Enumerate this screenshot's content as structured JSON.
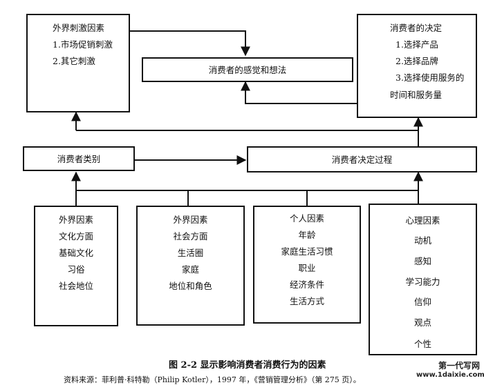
{
  "diagram": {
    "external_stimuli": {
      "title": "外界刺激因素",
      "items": [
        "1.市场促销刺激",
        "2.其它刺激"
      ]
    },
    "perception": "消费者的感觉和想法",
    "decision": {
      "title": "消费者的决定",
      "items": [
        "1.选择产品",
        "2.选择品牌",
        "3.选择使用服务的",
        "时间和服务量"
      ]
    },
    "consumer_category": "消费者类别",
    "decision_process": "消费者决定过程",
    "factors": [
      {
        "title": "外界因素",
        "items": [
          "文化方面",
          "基础文化",
          "习俗",
          "社会地位"
        ]
      },
      {
        "title": "外界因素",
        "items": [
          "社会方面",
          "生活圈",
          "家庭",
          "地位和角色"
        ]
      },
      {
        "title": "个人因素",
        "items": [
          "年龄",
          "家庭生活习惯",
          "职业",
          "经济条件",
          "生活方式"
        ]
      },
      {
        "title": "心理因素",
        "items": [
          "动机",
          "感知",
          "学习能力",
          "信仰",
          "观点",
          "个性"
        ]
      }
    ]
  },
  "caption": "图 2-2 显示影响消费者消费行为的因素",
  "source": "资料来源：菲利普·科特勒（Philip Kotler），1997 年，《营销管理分析》（第 275 页）。",
  "watermark": {
    "line1": "第一代写网",
    "line2": "www.1daixie.com"
  }
}
